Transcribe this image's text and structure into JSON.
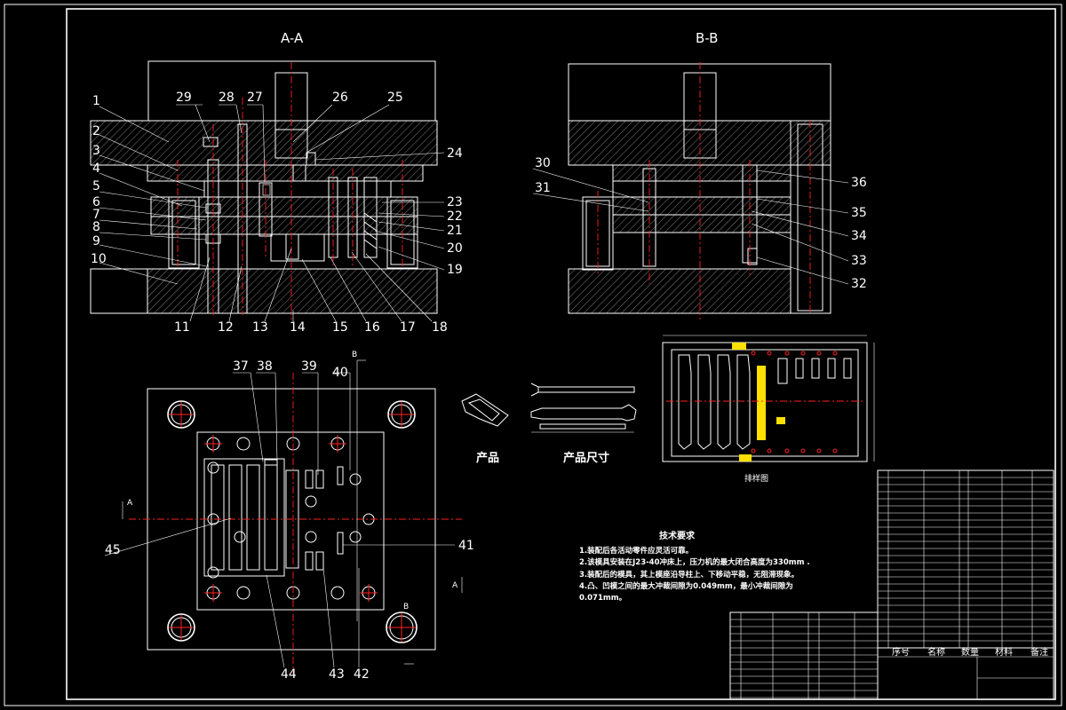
{
  "views": {
    "section_aa": "A-A",
    "section_bb": "B-B",
    "layout_caption": "排样图"
  },
  "product": {
    "label": "产品",
    "dims_label": "产品尺寸"
  },
  "tech": {
    "title": "技术要求",
    "lines": [
      "1.装配后各活动零件应灵活可靠。",
      "2.该模具安装在J23-40冲床上，压力机的最大闭合高度为330mm .",
      "3.装配后的模具，其上模座沿导柱上、下移动平稳，无阻滞现象。",
      "4.凸、凹模之间的最大冲裁间隙为0.049mm，最小冲裁间隙为",
      "0.071mm。"
    ]
  },
  "title_block": {
    "seq_header": "序号",
    "name_header": "名称",
    "qty_header": "数量",
    "material_header": "材料",
    "remark_header": "备注"
  },
  "callouts_aa_left": [
    "1",
    "2",
    "3",
    "4",
    "5",
    "6",
    "7",
    "8",
    "9",
    "10"
  ],
  "callouts_aa_top": [
    "29",
    "28",
    "27",
    "26",
    "25"
  ],
  "callouts_aa_right": [
    "24",
    "23",
    "22",
    "21",
    "20",
    "19"
  ],
  "callouts_aa_bottom": [
    "11",
    "12",
    "13",
    "14",
    "15",
    "16",
    "17",
    "18"
  ],
  "callouts_bb_left": [
    "30",
    "31"
  ],
  "callouts_bb_right": [
    "36",
    "35",
    "34",
    "33",
    "32"
  ],
  "callouts_plan_top": [
    "37",
    "38",
    "39",
    "40"
  ],
  "callouts_plan_left": [
    "45"
  ],
  "callouts_plan_right": [
    "41"
  ],
  "callouts_plan_bottom": [
    "44",
    "43",
    "42"
  ],
  "section_marks": [
    "A",
    "A",
    "B",
    "B"
  ]
}
